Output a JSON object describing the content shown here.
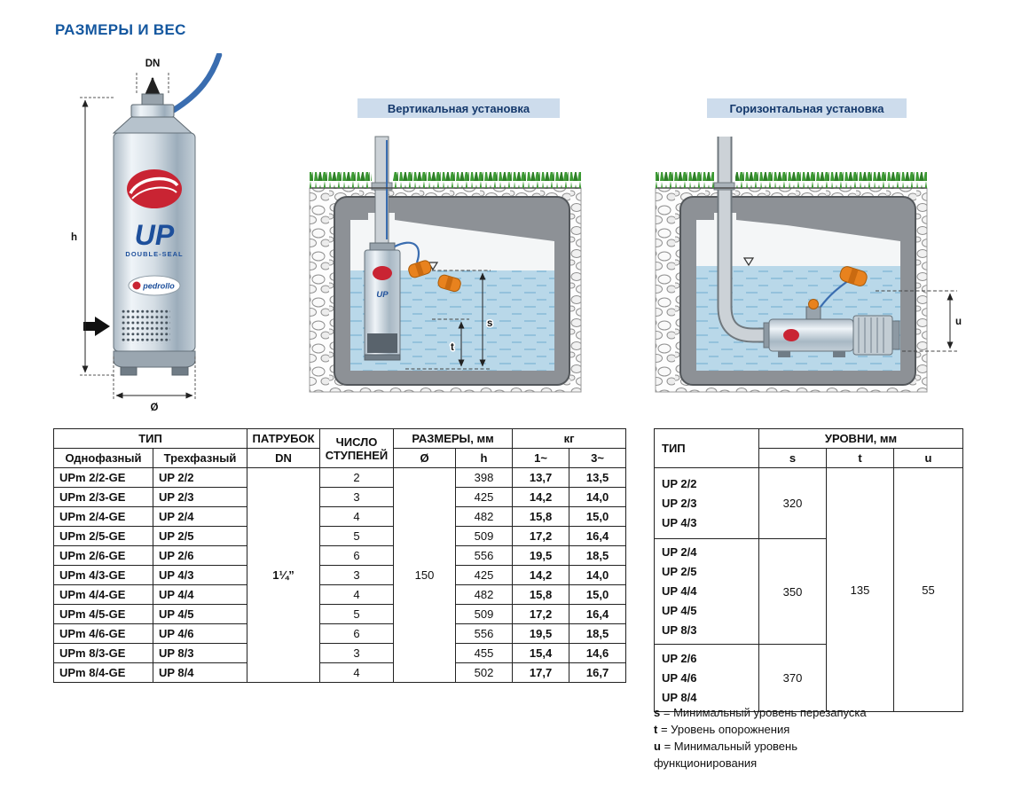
{
  "page": {
    "title": "РАЗМЕРЫ И ВЕС"
  },
  "diagrams": {
    "pump": {
      "label_dn": "DN",
      "label_h": "h",
      "label_dia": "Ø",
      "brand_up": "UP",
      "brand_seal": "DOUBLE-SEAL",
      "brand_pedrollo": "pedrollo"
    },
    "vertical": {
      "title": "Вертикальная установка",
      "label_s": "s",
      "label_t": "t"
    },
    "horizontal": {
      "title": "Горизонтальная установка",
      "label_u": "u"
    }
  },
  "main_table": {
    "header": {
      "tip": "ТИП",
      "single": "Однофазный",
      "three": "Трехфазный",
      "patrubok": "ПАТРУБОК",
      "dn": "DN",
      "stages": "ЧИСЛО СТУПЕНЕЙ",
      "sizes": "РАЗМЕРЫ, мм",
      "dia": "Ø",
      "h": "h",
      "kg": "кг",
      "kg1": "1~",
      "kg3": "3~"
    },
    "dn_value": "1¼”",
    "dia_value": "150",
    "rows": [
      {
        "single": "UPm 2/2-GE",
        "three": "UP 2/2",
        "stages": "2",
        "h": "398",
        "kg1": "13,7",
        "kg3": "13,5"
      },
      {
        "single": "UPm 2/3-GE",
        "three": "UP 2/3",
        "stages": "3",
        "h": "425",
        "kg1": "14,2",
        "kg3": "14,0"
      },
      {
        "single": "UPm 2/4-GE",
        "three": "UP 2/4",
        "stages": "4",
        "h": "482",
        "kg1": "15,8",
        "kg3": "15,0"
      },
      {
        "single": "UPm 2/5-GE",
        "three": "UP 2/5",
        "stages": "5",
        "h": "509",
        "kg1": "17,2",
        "kg3": "16,4"
      },
      {
        "single": "UPm 2/6-GE",
        "three": "UP 2/6",
        "stages": "6",
        "h": "556",
        "kg1": "19,5",
        "kg3": "18,5"
      },
      {
        "single": "UPm 4/3-GE",
        "three": "UP 4/3",
        "stages": "3",
        "h": "425",
        "kg1": "14,2",
        "kg3": "14,0"
      },
      {
        "single": "UPm 4/4-GE",
        "three": "UP 4/4",
        "stages": "4",
        "h": "482",
        "kg1": "15,8",
        "kg3": "15,0"
      },
      {
        "single": "UPm 4/5-GE",
        "three": "UP 4/5",
        "stages": "5",
        "h": "509",
        "kg1": "17,2",
        "kg3": "16,4"
      },
      {
        "single": "UPm 4/6-GE",
        "three": "UP 4/6",
        "stages": "6",
        "h": "556",
        "kg1": "19,5",
        "kg3": "18,5"
      },
      {
        "single": "UPm 8/3-GE",
        "three": "UP 8/3",
        "stages": "3",
        "h": "455",
        "kg1": "15,4",
        "kg3": "14,6"
      },
      {
        "single": "UPm 8/4-GE",
        "three": "UP 8/4",
        "stages": "4",
        "h": "502",
        "kg1": "17,7",
        "kg3": "16,7"
      }
    ]
  },
  "levels_table": {
    "header": {
      "tip": "ТИП",
      "levels": "УРОВНИ, мм",
      "s": "s",
      "t": "t",
      "u": "u"
    },
    "groups": [
      {
        "models": [
          "UP 2/2",
          "UP 2/3",
          "UP 4/3"
        ],
        "s": "320"
      },
      {
        "models": [
          "UP 2/4",
          "UP 2/5",
          "UP 4/4",
          "UP 4/5",
          "UP 8/3"
        ],
        "s": "350"
      },
      {
        "models": [
          "UP 2/6",
          "UP 4/6",
          "UP 8/4"
        ],
        "s": "370"
      }
    ],
    "t_value": "135",
    "u_value": "55"
  },
  "footnotes": [
    {
      "key": "s",
      "text": "= Минимальный уровень перезапуска"
    },
    {
      "key": "t",
      "text": "= Уровень опорожнения"
    },
    {
      "key": "u",
      "text": "= Минимальный уровень функционирования"
    }
  ]
}
